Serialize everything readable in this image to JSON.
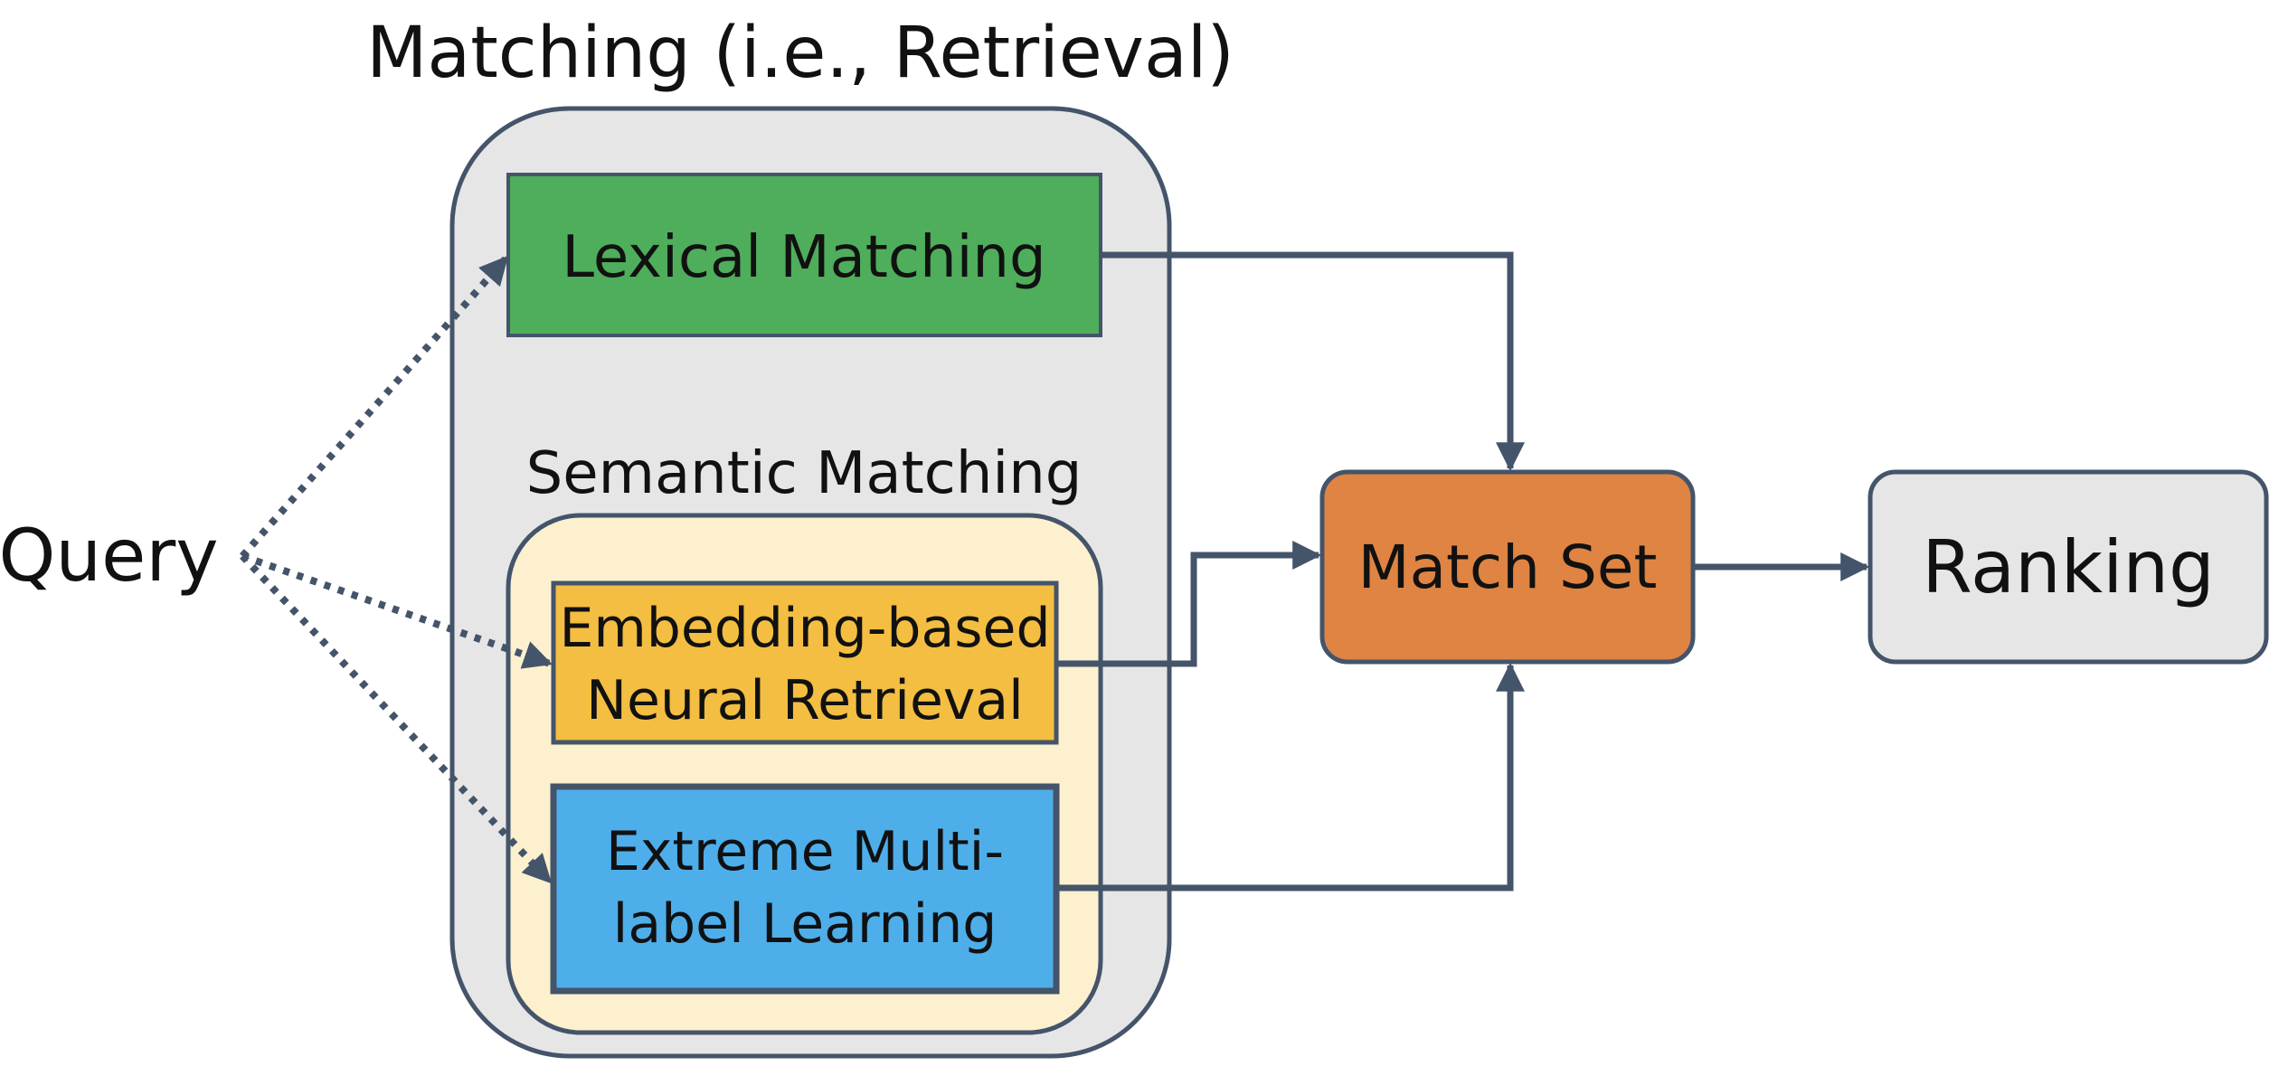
{
  "colors": {
    "outer_container": "#E6E6E6",
    "semantic_container": "#FDF0CF",
    "lexical": "#4EAE5B",
    "embedding": "#F3BE41",
    "xml": "#4EAEEA",
    "match_set": "#DF8443",
    "ranking": "#E6E6E6",
    "stroke": "#44546A"
  },
  "diagram": {
    "title": "Matching (i.e., Retrieval)",
    "query": "Query",
    "semantic_title": "Semantic Matching",
    "lexical": "Lexical Matching",
    "embedding": {
      "line1": "Embedding-based",
      "line2": "Neural Retrieval"
    },
    "xml": {
      "line1": "Extreme Multi-",
      "line2": "label Learning"
    },
    "match_set": "Match Set",
    "ranking": "Ranking"
  }
}
